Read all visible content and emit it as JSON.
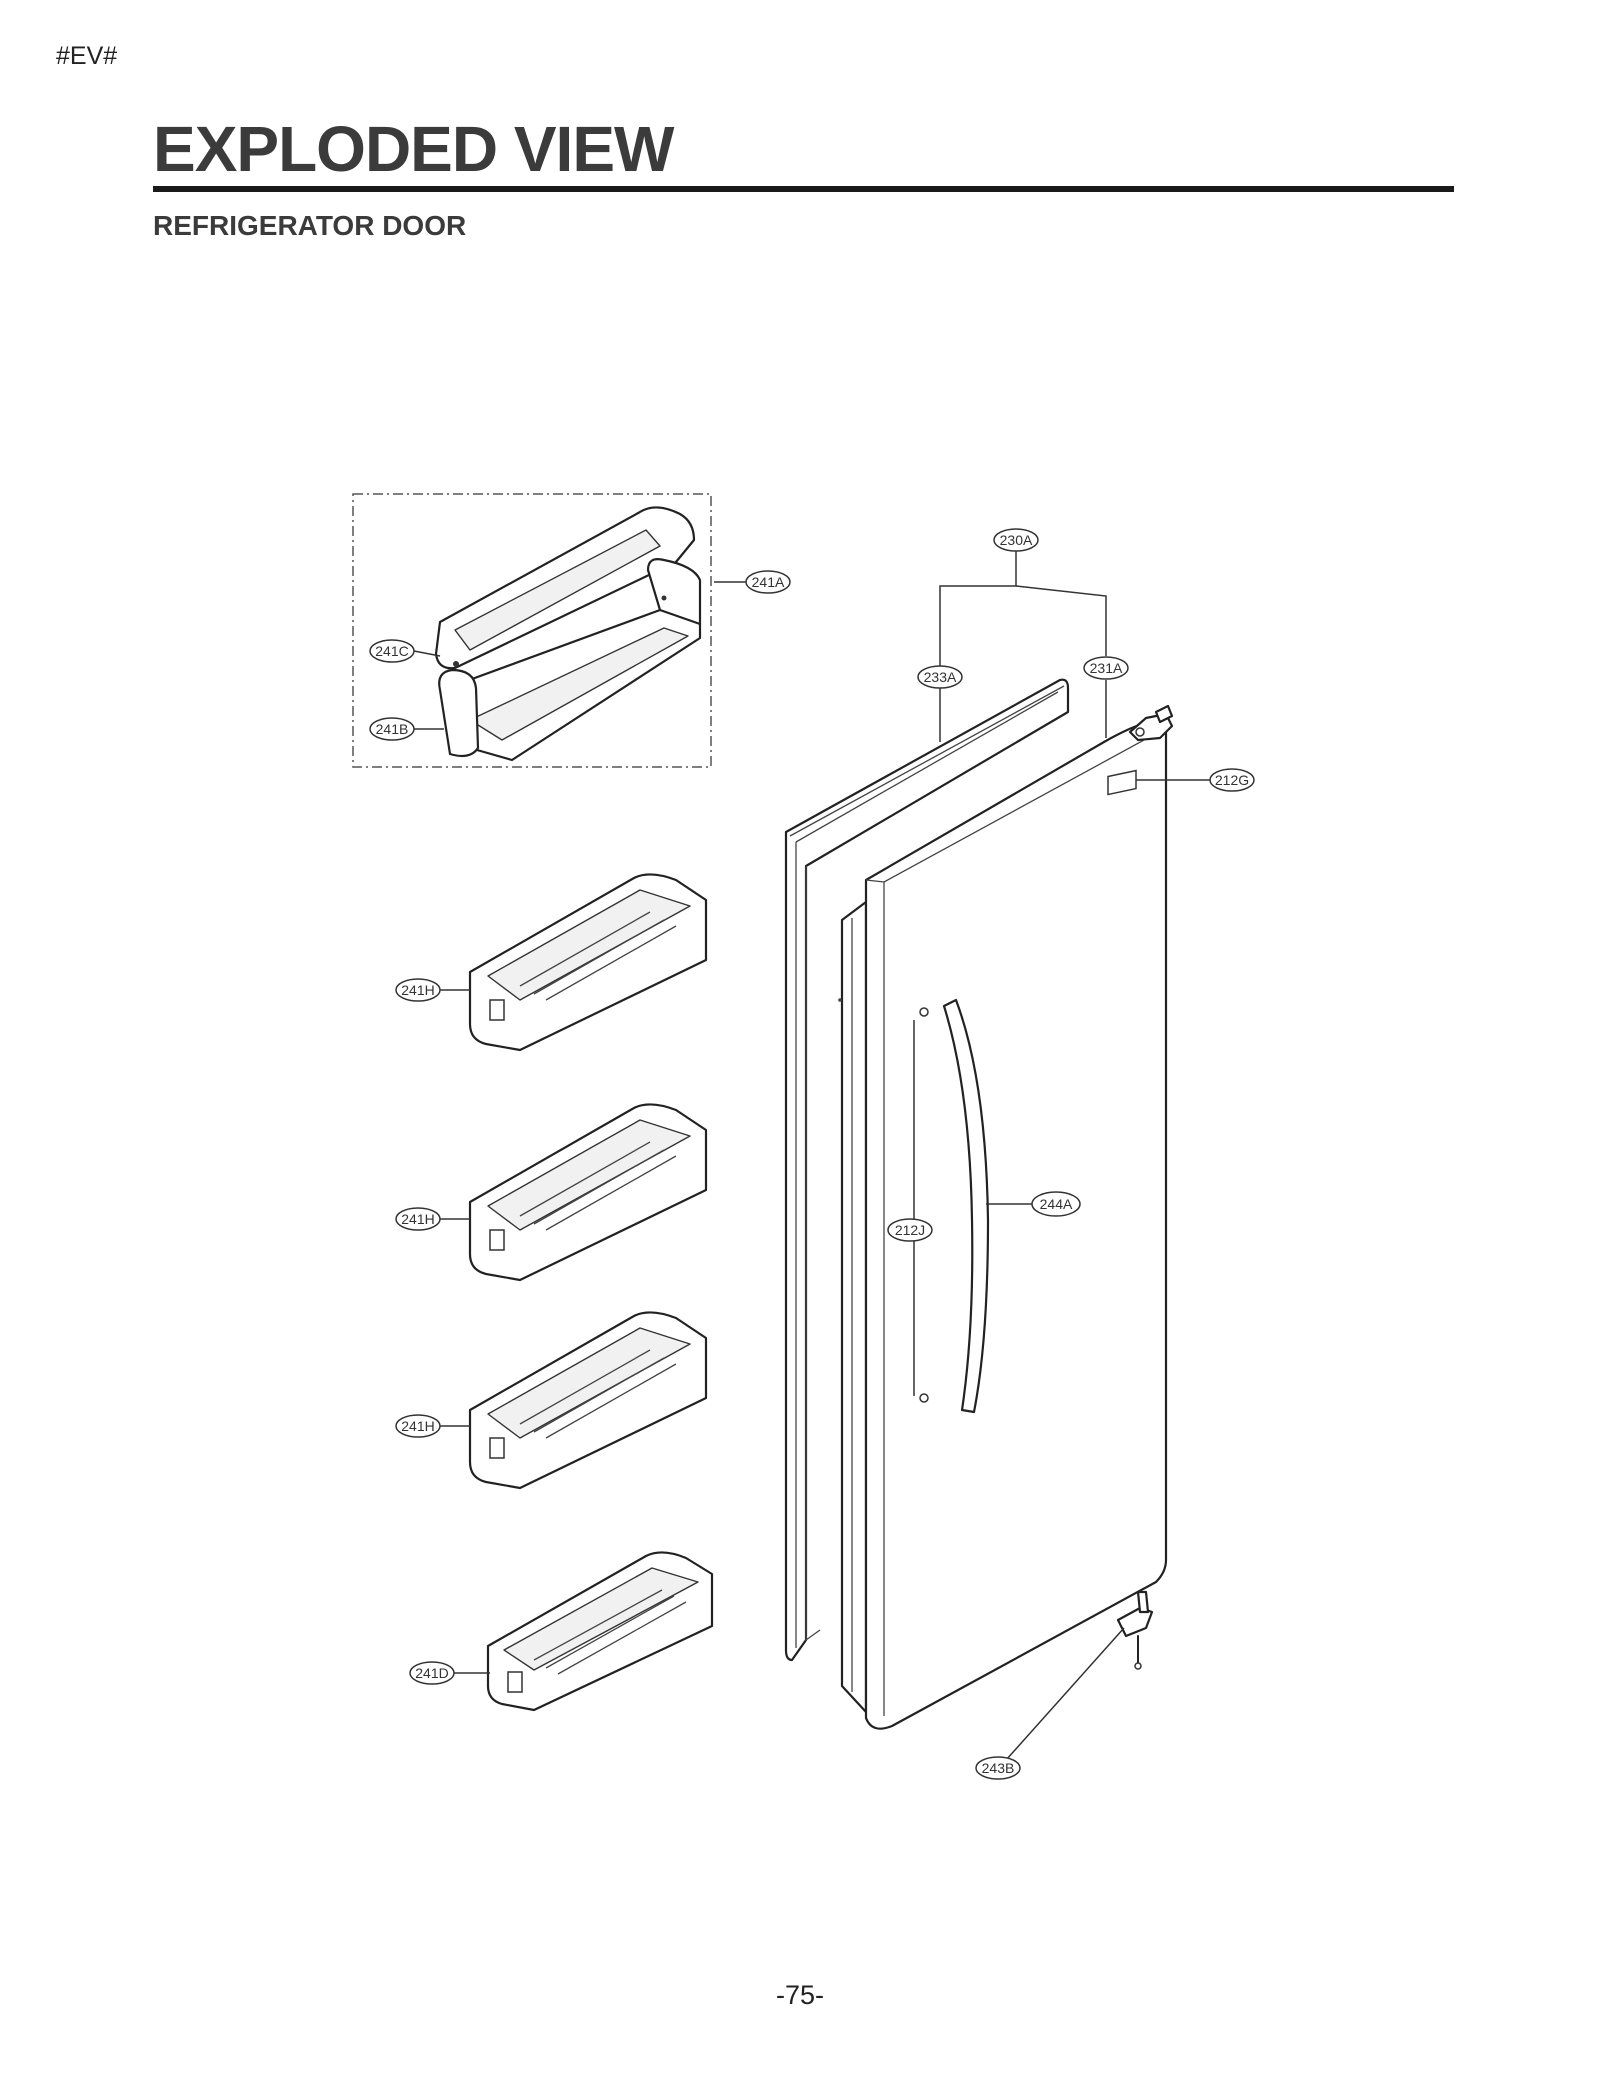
{
  "header": {
    "marker": "#EV#",
    "title": "EXPLODED VIEW",
    "subtitle": "REFRIGERATOR DOOR"
  },
  "callouts": {
    "c230A": "230A",
    "c241A": "241A",
    "c241C": "241C",
    "c233A": "233A",
    "c231A": "231A",
    "c241B": "241B",
    "c212G": "212G",
    "c241H_1": "241H",
    "c244A": "244A",
    "c241H_2": "241H",
    "c212J": "212J",
    "c241H_3": "241H",
    "c241D": "241D",
    "c243B": "243B"
  },
  "footer": {
    "page_number": "-75-"
  }
}
